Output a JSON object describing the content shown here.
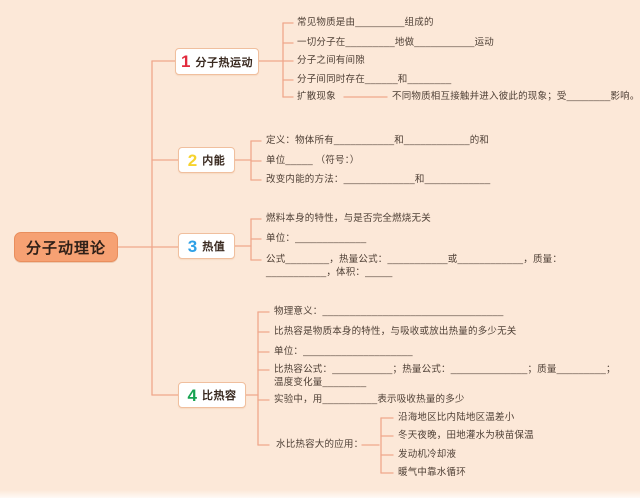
{
  "root": {
    "label": "分子动理论"
  },
  "colors": {
    "background": "#fce8d8",
    "root_fill": "#f6a173",
    "root_border": "#e98e5d",
    "node_border": "#f0bf9e",
    "connector": "#efa78c",
    "leaf_text": "#4f4036",
    "num_1": "#e22b3d",
    "num_2": "#f6d32e",
    "num_3": "#2ea0e6",
    "num_4": "#17a351"
  },
  "branches": [
    {
      "num": "1",
      "label": "分子热运动",
      "leaves": [
        {
          "text": "常见物质是由_________组成的"
        },
        {
          "text": "一切分子在_________地做___________运动"
        },
        {
          "text": "分子之间有间隙"
        },
        {
          "text": "分子间同时存在______和________"
        },
        {
          "text": "扩散现象",
          "note": "不同物质相互接触并进入彼此的现象；受________影响。"
        }
      ]
    },
    {
      "num": "2",
      "label": "内能",
      "leaves": [
        {
          "text": "定义：物体所有___________和____________的和"
        },
        {
          "text": "单位_____ （符号：）"
        },
        {
          "text": "改变内能的方法：_____________和____________"
        }
      ]
    },
    {
      "num": "3",
      "label": "热值",
      "leaves": [
        {
          "text": "燃料本身的特性，与是否完全燃烧无关"
        },
        {
          "text": "单位：_____________"
        },
        {
          "text": "公式________，热量公式：___________或____________，质量：\n___________，体积：_____"
        }
      ]
    },
    {
      "num": "4",
      "label": "比热容",
      "leaves": [
        {
          "text": "物理意义：_________________________________"
        },
        {
          "text": "比热容是物质本身的特性，与吸收或放出热量的多少无关"
        },
        {
          "text": "单位：____________________"
        },
        {
          "text": "比热容公式：___________；热量公式：______________；质量_________；\n温度变化量________"
        },
        {
          "text": "实验中，用__________表示吸收热量的多少"
        },
        {
          "text": "水比热容大的应用："
        }
      ],
      "applications": [
        {
          "text": "沿海地区比内陆地区温差小"
        },
        {
          "text": "冬天夜晚，田地灌水为秧苗保温"
        },
        {
          "text": "发动机冷却液"
        },
        {
          "text": "暖气中靠水循环"
        }
      ]
    }
  ]
}
